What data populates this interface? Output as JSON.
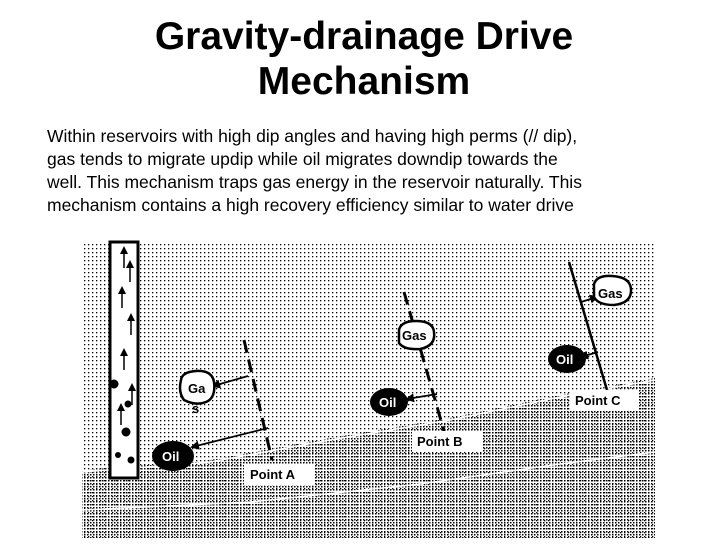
{
  "title": {
    "line1": "Gravity-drainage Drive",
    "line2": "Mechanism"
  },
  "description": {
    "line1": "Within reservoirs with high dip angles and having high perms (// dip),",
    "line2": "gas tends to migrate updip while oil migrates downdip towards the",
    "line3": "well. This mechanism traps gas energy in the reservoir naturally. This",
    "line4": "mechanism contains a high recovery efficiency similar to water drive"
  },
  "diagram": {
    "gas_label_a_line1": "Ga",
    "gas_label_a_line2": "s",
    "gas_label_b": "Gas",
    "gas_label_c": "Gas",
    "oil_label_a": "Oil",
    "oil_label_b": "Oil",
    "oil_label_c": "Oil",
    "point_a": "Point A",
    "point_b": "Point B",
    "point_c": "Point C"
  }
}
